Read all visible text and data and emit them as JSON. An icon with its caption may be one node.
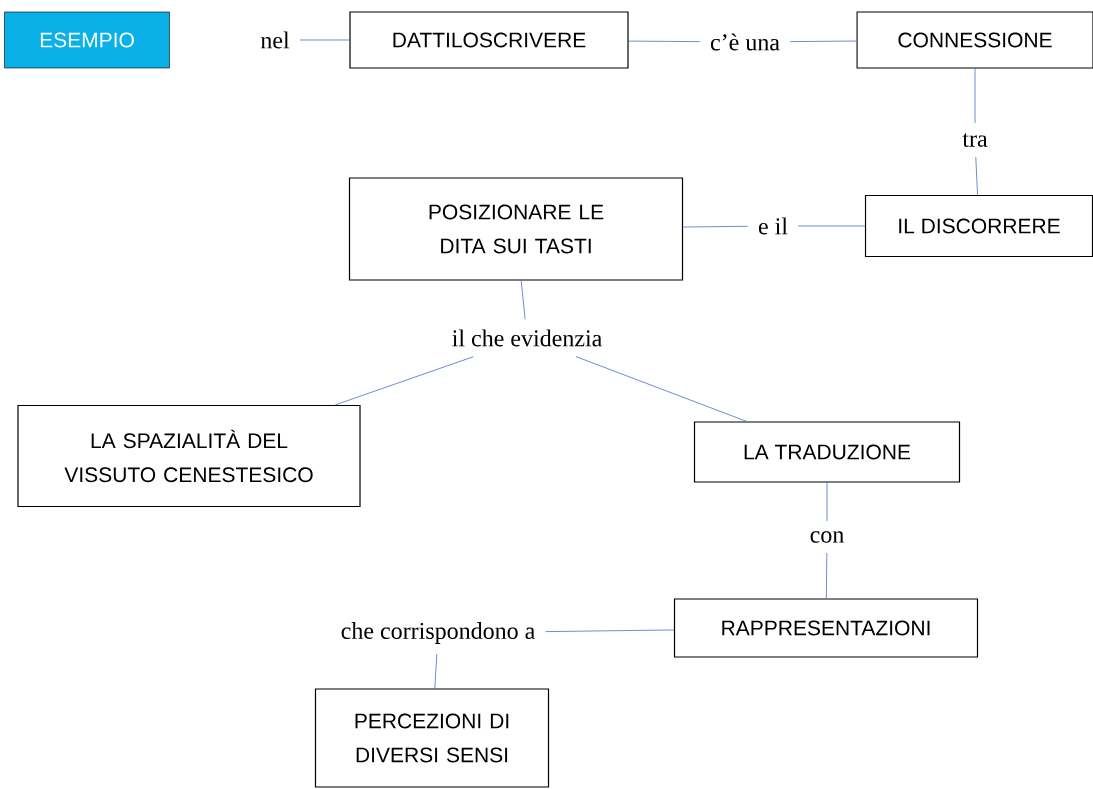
{
  "diagram": {
    "nodes": [
      {
        "text": [
          "ESEMPIO"
        ]
      },
      {
        "text": [
          "nel"
        ]
      },
      {
        "text": [
          "DATTILOSCRIVERE"
        ]
      },
      {
        "text": [
          "c’è una"
        ]
      },
      {
        "text": [
          "CONNESSIONE"
        ]
      },
      {
        "text": [
          "tra"
        ]
      },
      {
        "text": [
          "POSIZIONARE LE DITA SUI TASTI"
        ]
      },
      {
        "text": [
          "e il"
        ]
      },
      {
        "text": [
          "IL DISCORRERE"
        ]
      },
      {
        "text": [
          "il che evidenzia"
        ]
      },
      {
        "text": [
          "LA SPAZIALITÀ DEL VISSUTO CENESTESICO"
        ]
      },
      {
        "text": [
          "LA TRADUZIONE"
        ]
      },
      {
        "text": [
          "con"
        ]
      },
      {
        "text": [
          "che corrispondono a"
        ]
      },
      {
        "text": [
          "RAPPRESENTAZIONI"
        ]
      },
      {
        "text": [
          "PERCEZIONI DI DIVERSI SENSI"
        ]
      }
    ],
    "edges": [
      {
        "from": 1,
        "to": 2,
        "arrow": "none"
      },
      {
        "from": 2,
        "to": 3,
        "arrow": "none"
      },
      {
        "from": 3,
        "to": 4,
        "arrow": "none"
      },
      {
        "from": 4,
        "to": 5,
        "arrow": "none"
      },
      {
        "from": 5,
        "to": 8,
        "arrow": "none"
      },
      {
        "from": 6,
        "to": 7,
        "arrow": "none"
      },
      {
        "from": 7,
        "to": 8,
        "arrow": "none"
      },
      {
        "from": 6,
        "to": 9,
        "arrow": "none"
      },
      {
        "from": 9,
        "to": 10,
        "arrow": "none"
      },
      {
        "from": 9,
        "to": 11,
        "arrow": "none"
      },
      {
        "from": 11,
        "to": 12,
        "arrow": "none"
      },
      {
        "from": 12,
        "to": 14,
        "arrow": "none"
      },
      {
        "from": 14,
        "to": 13,
        "arrow": "none"
      },
      {
        "from": 13,
        "to": 15,
        "arrow": "none"
      }
    ]
  }
}
